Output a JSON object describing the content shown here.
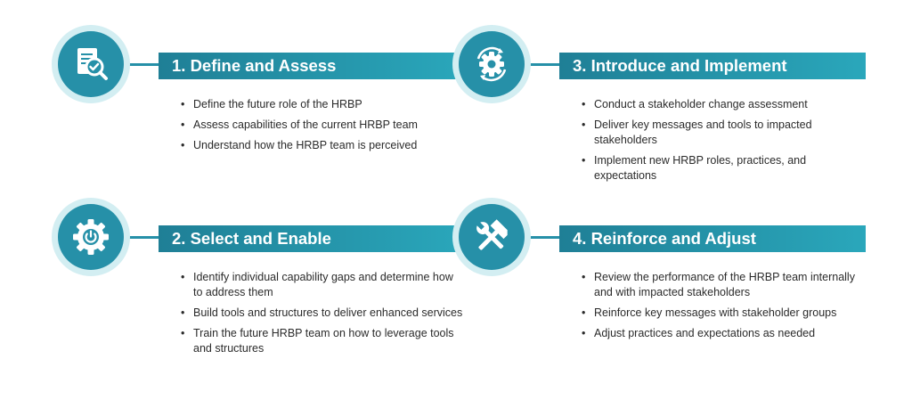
{
  "colors": {
    "accent": "#2690a8",
    "accent_light": "#d3eef2",
    "text": "#2b2b2b"
  },
  "steps": [
    {
      "title": "1. Define and Assess",
      "icon": "document-magnifier-icon",
      "bullets": [
        "Define the future role of the HRBP",
        "Assess capabilities of the current HRBP team",
        "Understand how the HRBP team is perceived"
      ]
    },
    {
      "title": "2. Select and Enable",
      "icon": "gear-power-icon",
      "bullets": [
        "Identify individual capability gaps and determine how to address them",
        "Build tools and structures to deliver enhanced services",
        "Train the future HRBP team on how to leverage tools and structures"
      ]
    },
    {
      "title": "3. Introduce and Implement",
      "icon": "gear-cycle-icon",
      "bullets": [
        "Conduct a stakeholder change assessment",
        "Deliver key messages and tools to impacted stakeholders",
        "Implement new HRBP roles, practices, and expectations"
      ]
    },
    {
      "title": "4. Reinforce and Adjust",
      "icon": "hammer-wrench-icon",
      "bullets": [
        "Review the performance of the HRBP team internally and with impacted stakeholders",
        "Reinforce key messages with stakeholder groups",
        "Adjust practices and expectations as needed"
      ]
    }
  ]
}
